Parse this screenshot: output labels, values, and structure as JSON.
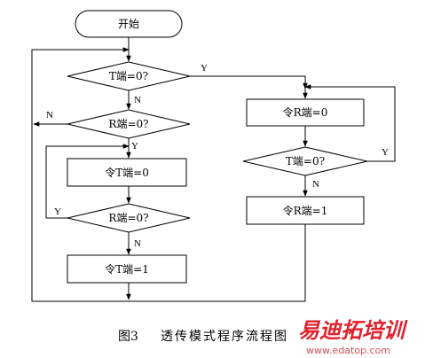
{
  "flowchart": {
    "start": "开始",
    "decision_t0_a": "T端=0?",
    "decision_r0_a": "R端=0?",
    "process_set_t0": "令T端=0",
    "decision_r0_b": "R端=0?",
    "process_set_t1": "令T端=1",
    "process_set_r0": "令R端=0",
    "decision_t0_b": "T端=0?",
    "process_set_r1": "令R端=1"
  },
  "branch_labels": {
    "t0a_yes": "Y",
    "t0a_no": "N",
    "r0a_no": "N",
    "r0a_yes": "Y",
    "r0b_yes": "Y",
    "r0b_no": "N",
    "t0b_yes": "Y",
    "t0b_no": "N"
  },
  "caption": {
    "figure_no": "图3",
    "title": "透传模式程序流程图"
  },
  "watermark": {
    "brand": "易迪拓培训",
    "url": "www.edatop.com",
    "color": "#e0222e"
  }
}
